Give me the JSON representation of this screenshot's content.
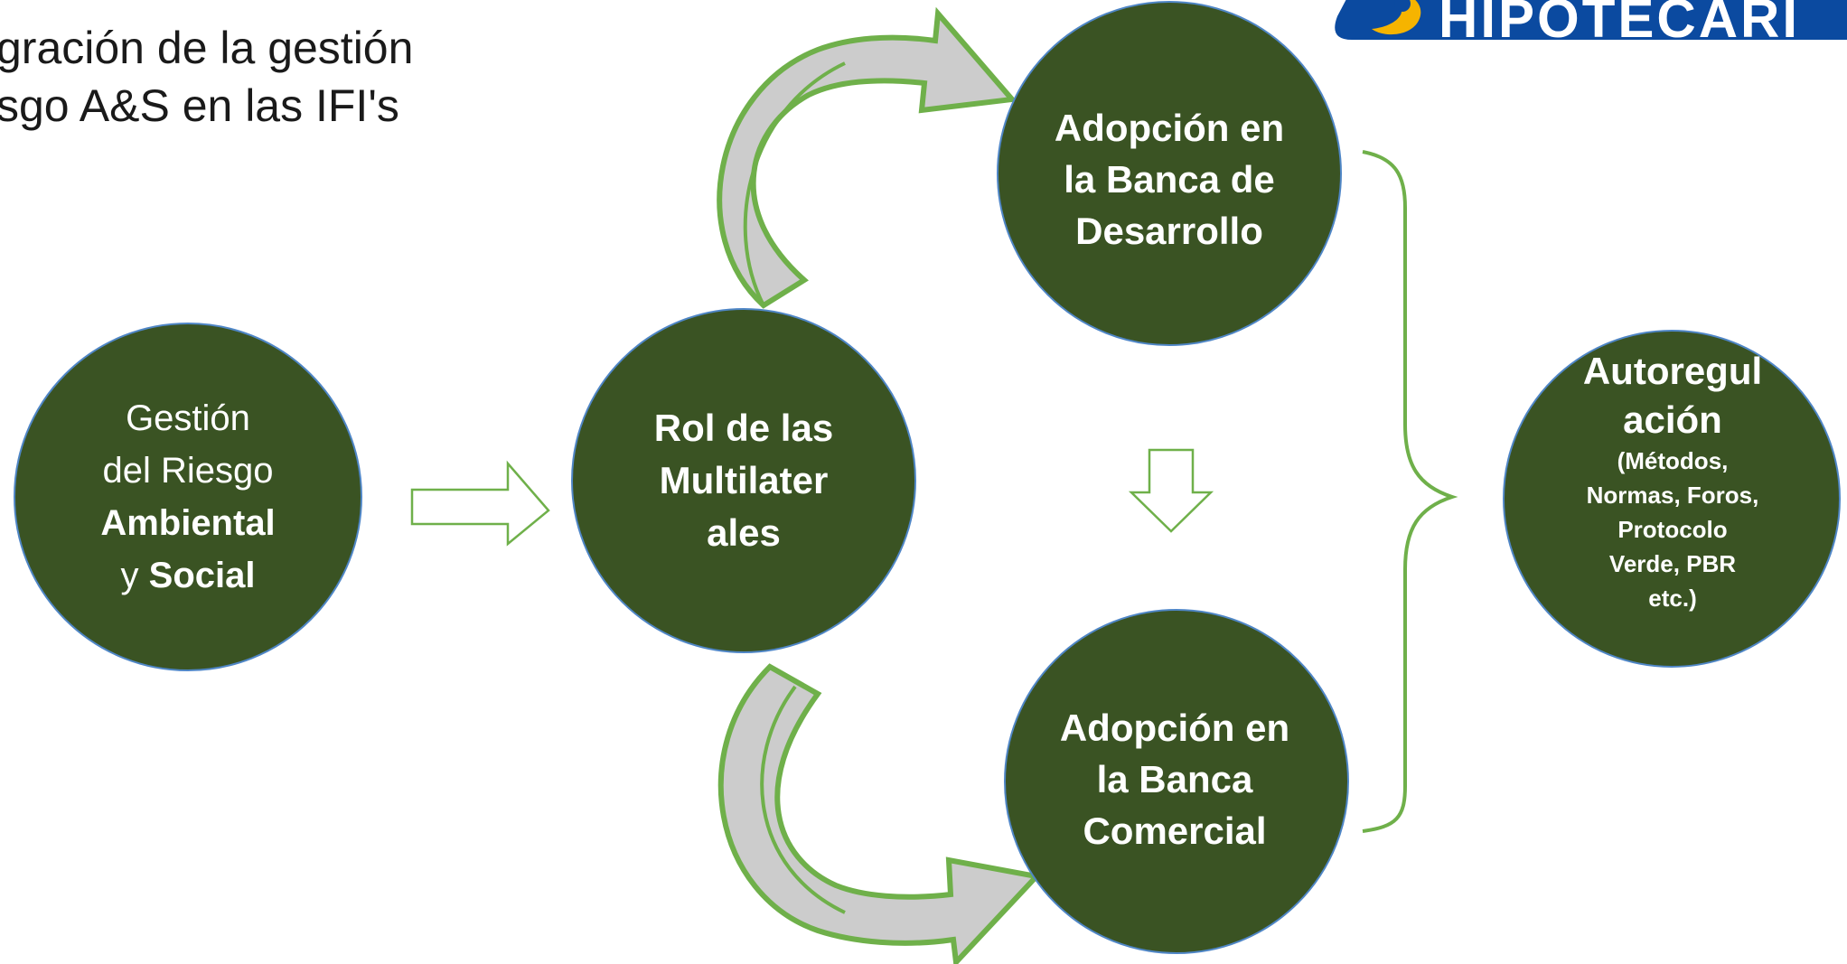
{
  "title": {
    "line1": "gración de la gestión",
    "line2": "sgo A&S en las IFI's"
  },
  "logo": {
    "text": "HIPOTECARI",
    "colors": {
      "background": "#0b4aa0",
      "emblem": "#f6b400"
    }
  },
  "colors": {
    "circle_fill": "#3a5323",
    "circle_stroke": "#4f86c6",
    "arrow_stroke": "#6fb04a",
    "arrow_fill": "#cccccc"
  },
  "nodes": {
    "gestion": {
      "line1": "Gestión",
      "line2": "del Riesgo",
      "line3": "Ambiental",
      "line4_normal": "y ",
      "line4_bold": "Social"
    },
    "multilaterales": {
      "line1": "Rol de las",
      "line2": "Multilater",
      "line3": "ales"
    },
    "desarrollo": {
      "line1": "Adopción en",
      "line2": "la Banca de",
      "line3": "Desarrollo"
    },
    "comercial": {
      "line1": "Adopción en",
      "line2": "la Banca",
      "line3": "Comercial"
    },
    "autoregulacion": {
      "line1": "Autoregul",
      "line2": "ación",
      "detail1": "(Métodos,",
      "detail2": "Normas, Foros,",
      "detail3": "Protocolo",
      "detail4": "Verde, PBR",
      "detail5": "etc.)"
    }
  },
  "connectors": [
    "arrow-right-gestion-to-multilaterales",
    "curved-arrow-up-to-desarrollo",
    "curved-arrow-down-to-comercial",
    "arrow-down-desarrollo-to-comercial",
    "brace-to-autoregulacion"
  ]
}
